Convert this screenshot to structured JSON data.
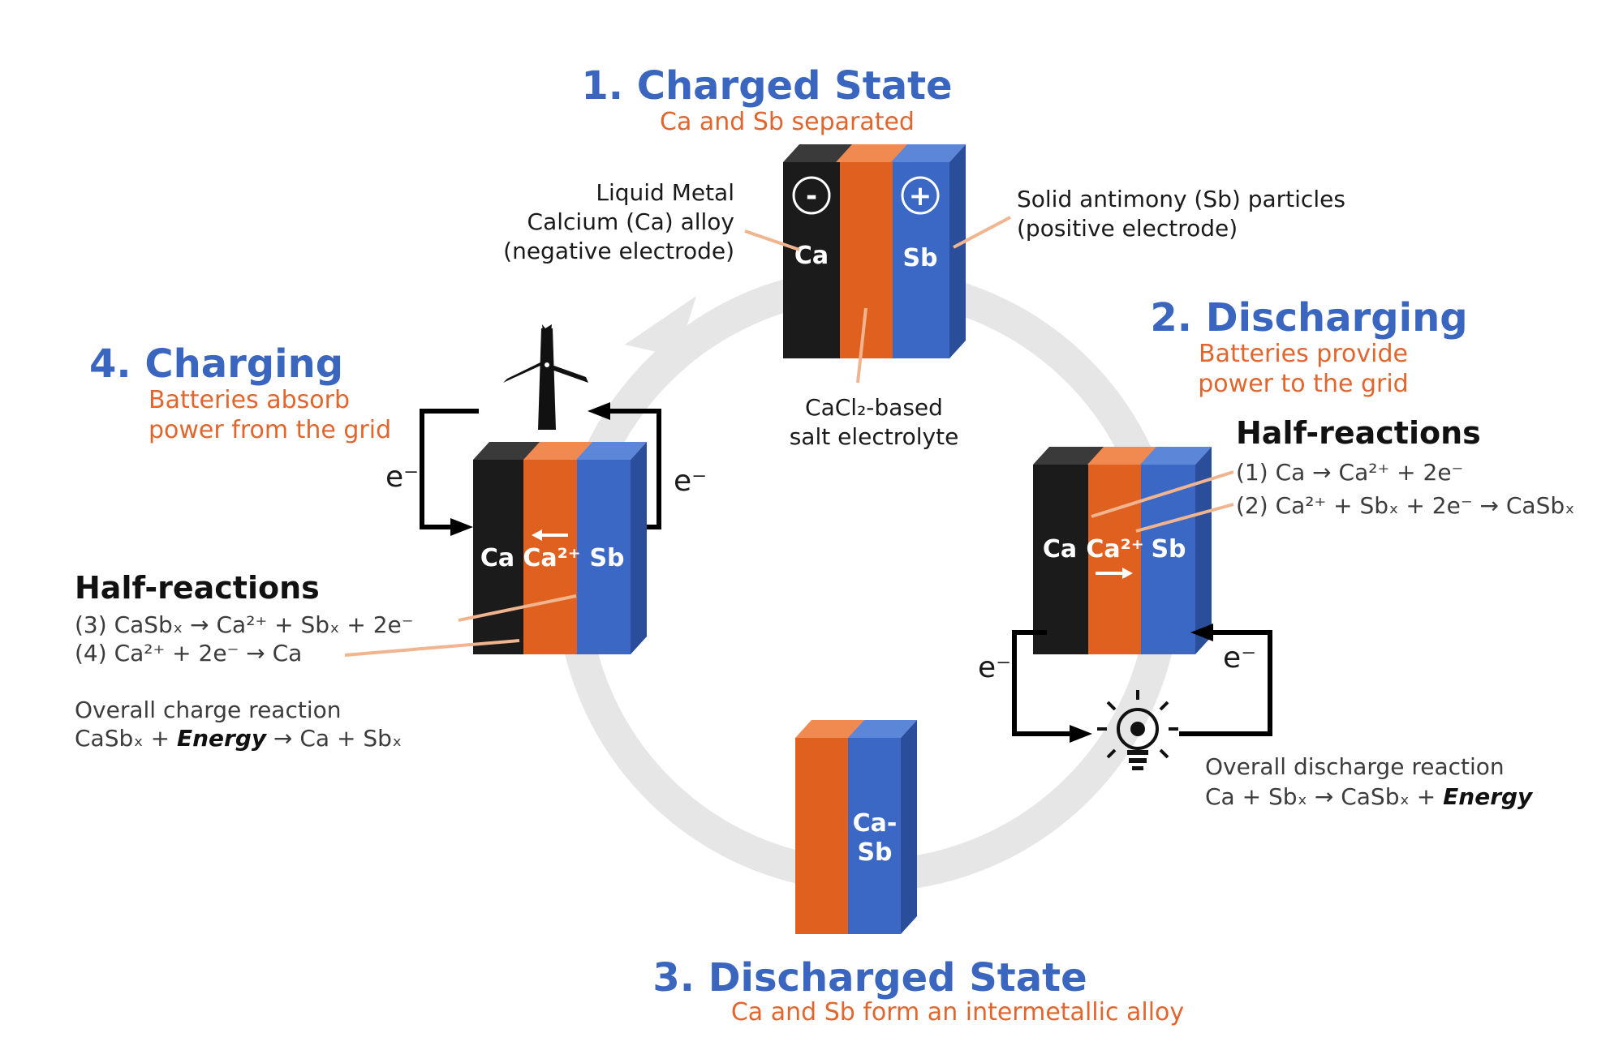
{
  "colors": {
    "title_blue": "#3a66c0",
    "subtitle_orange": "#e0662e",
    "ca_black": "#1b1b1b",
    "electrolyte_orange": "#e0601f",
    "sb_blue": "#3a68c4",
    "cycle_gray": "#e6e6e6"
  },
  "stage1": {
    "title": "1. Charged State",
    "subtitle": "Ca and Sb separated",
    "neg_sign": "-",
    "pos_sign": "+",
    "ca_label": "Ca",
    "sb_label": "Sb",
    "neg_electrode_label": [
      "Liquid Metal",
      "Calcium (Ca) alloy",
      "(negative electrode)"
    ],
    "pos_electrode_label": [
      "Solid antimony (Sb) particles",
      "(positive electrode)"
    ],
    "electrolyte_label": [
      "CaCl₂-based",
      "salt electrolyte"
    ]
  },
  "stage2": {
    "title": "2. Discharging",
    "subtitle": [
      "Batteries provide",
      "power to the grid"
    ],
    "half_reactions_header": "Half-reactions",
    "reactions": [
      "(1) Ca → Ca²⁺ + 2e⁻",
      "(2) Ca²⁺ + Sbₓ + 2e⁻ → CaSbₓ"
    ],
    "cell_labels": [
      "Ca",
      "Ca²⁺",
      "Sb"
    ],
    "electron_left": "e⁻",
    "electron_right": "e⁻",
    "overall_label": "Overall discharge reaction",
    "overall_eq_main": "Ca + Sbₓ → CaSbₓ + ",
    "overall_eq_energy": "Energy"
  },
  "stage3": {
    "title": "3. Discharged State",
    "subtitle": "Ca and Sb form an intermetallic alloy",
    "alloy_label": [
      "Ca-",
      "Sb"
    ]
  },
  "stage4": {
    "title": "4. Charging",
    "subtitle": [
      "Batteries absorb",
      "power from the grid"
    ],
    "half_reactions_header": "Half-reactions",
    "reactions": [
      "(3) CaSbₓ → Ca²⁺ + Sbₓ + 2e⁻",
      "(4) Ca²⁺ + 2e⁻ → Ca"
    ],
    "cell_labels": [
      "Ca",
      "Ca²⁺",
      "Sb"
    ],
    "electron_left": "e⁻",
    "electron_right": "e⁻",
    "overall_label": "Overall charge reaction",
    "overall_eq_start": "CaSbₓ + ",
    "overall_eq_energy": "Energy",
    "overall_eq_end": " → Ca + Sbₓ"
  }
}
